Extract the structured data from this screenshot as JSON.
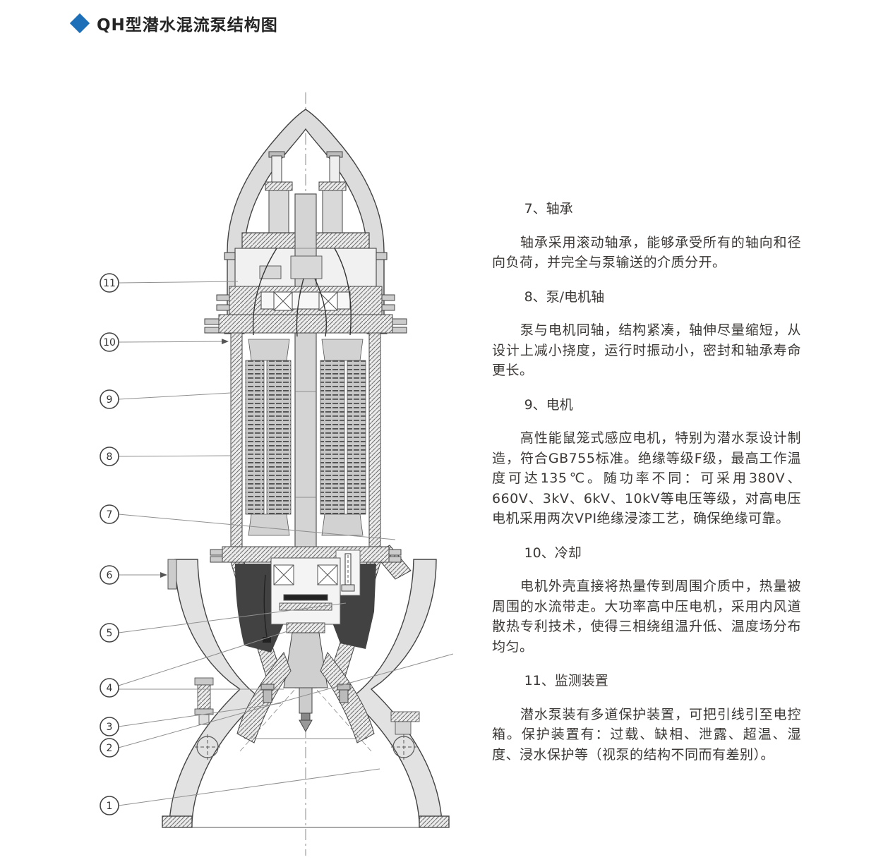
{
  "page": {
    "title": "QH型潜水混流泵结构图"
  },
  "sections": [
    {
      "heading": "7、轴承",
      "body": "轴承采用滚动轴承，能够承受所有的轴向和径向负荷，并完全与泵输送的介质分开。"
    },
    {
      "heading": "8、泵/电机轴",
      "body": "泵与电机同轴，结构紧凑，轴伸尽量缩短，从设计上减小挠度，运行时振动小，密封和轴承寿命更长。"
    },
    {
      "heading": "9、电机",
      "body": "高性能鼠笼式感应电机，特别为潜水泵设计制造，符合GB755标准。绝缘等级F级，最高工作温度可达135℃。随功率不同：可采用380V、660V、3kV、6kV、10kV等电压等级，对高电压电机采用两次VPI绝缘浸漆工艺，确保绝缘可靠。"
    },
    {
      "heading": "10、冷却",
      "body": "电机外壳直接将热量传到周围介质中，热量被周围的水流带走。大功率高中压电机，采用内风道散热专利技术，使得三相绕组温升低、温度场分布均匀。"
    },
    {
      "heading": "11、监测装置",
      "body": "潜水泵装有多道保护装置，可把引线引至电控箱。保护装置有：过载、缺相、泄露、超温、湿度、浸水保护等（视泵的结构不同而有差别）。"
    }
  ],
  "diagram": {
    "callouts": [
      {
        "label": "11"
      },
      {
        "label": "10"
      },
      {
        "label": "9"
      },
      {
        "label": "8"
      },
      {
        "label": "7"
      },
      {
        "label": "6"
      },
      {
        "label": "5"
      },
      {
        "label": "4"
      },
      {
        "label": "3"
      },
      {
        "label": "2"
      },
      {
        "label": "1"
      }
    ],
    "colors": {
      "accent_blue": "#1d6fb8",
      "ink": "#3a3a3a",
      "line": "#444444",
      "oil_chamber": "#424242"
    }
  }
}
